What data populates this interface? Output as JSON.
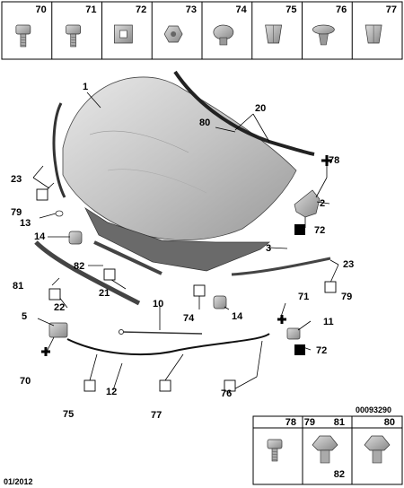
{
  "top_parts": [
    {
      "label": "70",
      "icon": "screw-flange-icon"
    },
    {
      "label": "71",
      "icon": "screw-torx-icon"
    },
    {
      "label": "72",
      "icon": "square-clip-icon"
    },
    {
      "label": "73",
      "icon": "hex-nut-icon"
    },
    {
      "label": "74",
      "icon": "rubber-buffer-icon"
    },
    {
      "label": "75",
      "icon": "panel-clip-icon"
    },
    {
      "label": "76",
      "icon": "push-rivet-icon"
    },
    {
      "label": "77",
      "icon": "cable-clip-icon"
    }
  ],
  "callouts": [
    "1",
    "20",
    "80",
    "78",
    "2",
    "72",
    "3",
    "23",
    "79",
    "13",
    "14",
    "82",
    "21",
    "81",
    "22",
    "74",
    "10",
    "14",
    "71",
    "11",
    "5",
    "70",
    "12",
    "72",
    "76",
    "75",
    "77",
    "23",
    "79"
  ],
  "bottom_parts": [
    {
      "label": "78",
      "icon": "screw-flange-icon"
    },
    {
      "label": "79",
      "icon": "trim-clip-icon"
    },
    {
      "label": "81",
      "icon": "trim-clip-icon"
    },
    {
      "label": "82",
      "icon": "trim-clip-icon"
    },
    {
      "label": "80",
      "icon": "seal-clip-icon"
    }
  ],
  "footer": {
    "date": "01/2012",
    "ref": "00093290"
  }
}
